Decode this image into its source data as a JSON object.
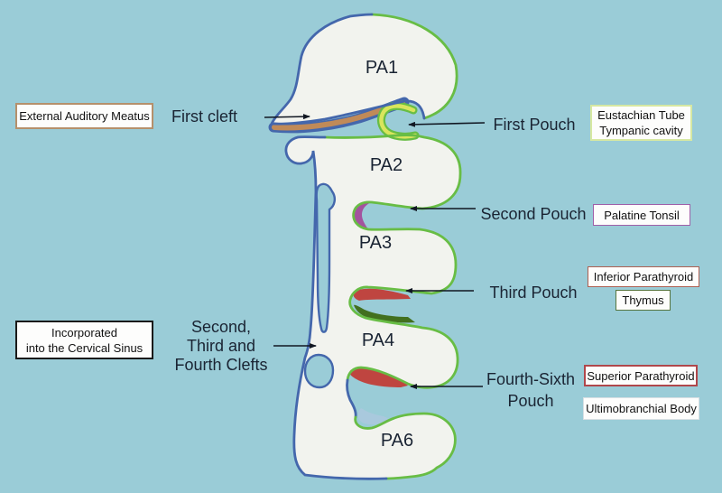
{
  "diagram": {
    "pa_labels": [
      "PA1",
      "PA2",
      "PA3",
      "PA4",
      "PA6"
    ],
    "left": {
      "external_auditory_meatus": "External Auditory Meatus",
      "first_cleft": "First cleft",
      "incorporated_line1": "Incorporated",
      "incorporated_line2": "into the Cervical Sinus",
      "clefts_line1": "Second,",
      "clefts_line2": "Third and",
      "clefts_line3": "Fourth Clefts"
    },
    "right": {
      "first_pouch": "First Pouch",
      "eustachian_line1": "Eustachian Tube",
      "eustachian_line2": "Tympanic cavity",
      "second_pouch": "Second Pouch",
      "palatine_tonsil": "Palatine Tonsil",
      "third_pouch": "Third Pouch",
      "inferior_parathyroid": "Inferior Parathyroid",
      "thymus": "Thymus",
      "fourth_sixth_line1": "Fourth-Sixth",
      "fourth_sixth_line2": "Pouch",
      "superior_parathyroid": "Superior Parathyroid",
      "ultimobranchial_body": "Ultimobranchial Body"
    }
  },
  "colors": {
    "bg": "#9accd7",
    "body": "#f2f3ee",
    "blue": "#4467ac",
    "green": "#68bd45",
    "tan": "#c08a58",
    "ylgreen": "#d9e55c",
    "purple": "#a3539e",
    "red": "#bf4540",
    "dkgreen": "#42701f",
    "ltblue": "#a9c9dd",
    "text": "#1a2433",
    "arrow": "#111722",
    "box_bg": "#fdfdfc",
    "border_tan": "#b5906b",
    "border_ylgreen": "#d6e8a2",
    "border_purple": "#a05fa8",
    "border_infred": "#ad5f51",
    "border_dkgreen": "#57753f",
    "border_supred": "#b0474b",
    "border_light": "#d8dfe3",
    "border_black": "#1a1a1a"
  }
}
